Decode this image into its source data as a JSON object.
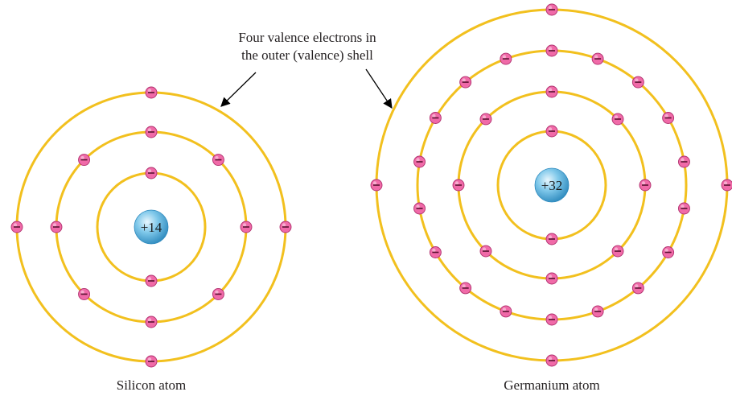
{
  "annotation": {
    "line1": "Four valence electrons in",
    "line2": "the outer (valence) shell"
  },
  "colors": {
    "shell": "#f2c01e",
    "electron_fill": "#f06aa8",
    "electron_stroke": "#b0306e",
    "electron_sign": "#5a1030",
    "nucleus_light": "#e8f6fd",
    "nucleus_mid": "#7fc8ea",
    "nucleus_dark": "#2d89bd",
    "arrow": "#000000"
  },
  "electron_icon": "minus-sign",
  "atoms": [
    {
      "key": "silicon",
      "caption": "Silicon atom",
      "nucleus_label": "+14",
      "shells": [
        2,
        8,
        4
      ]
    },
    {
      "key": "germanium",
      "caption": "Germanium atom",
      "nucleus_label": "+32",
      "shells": [
        2,
        8,
        18,
        4
      ]
    }
  ]
}
